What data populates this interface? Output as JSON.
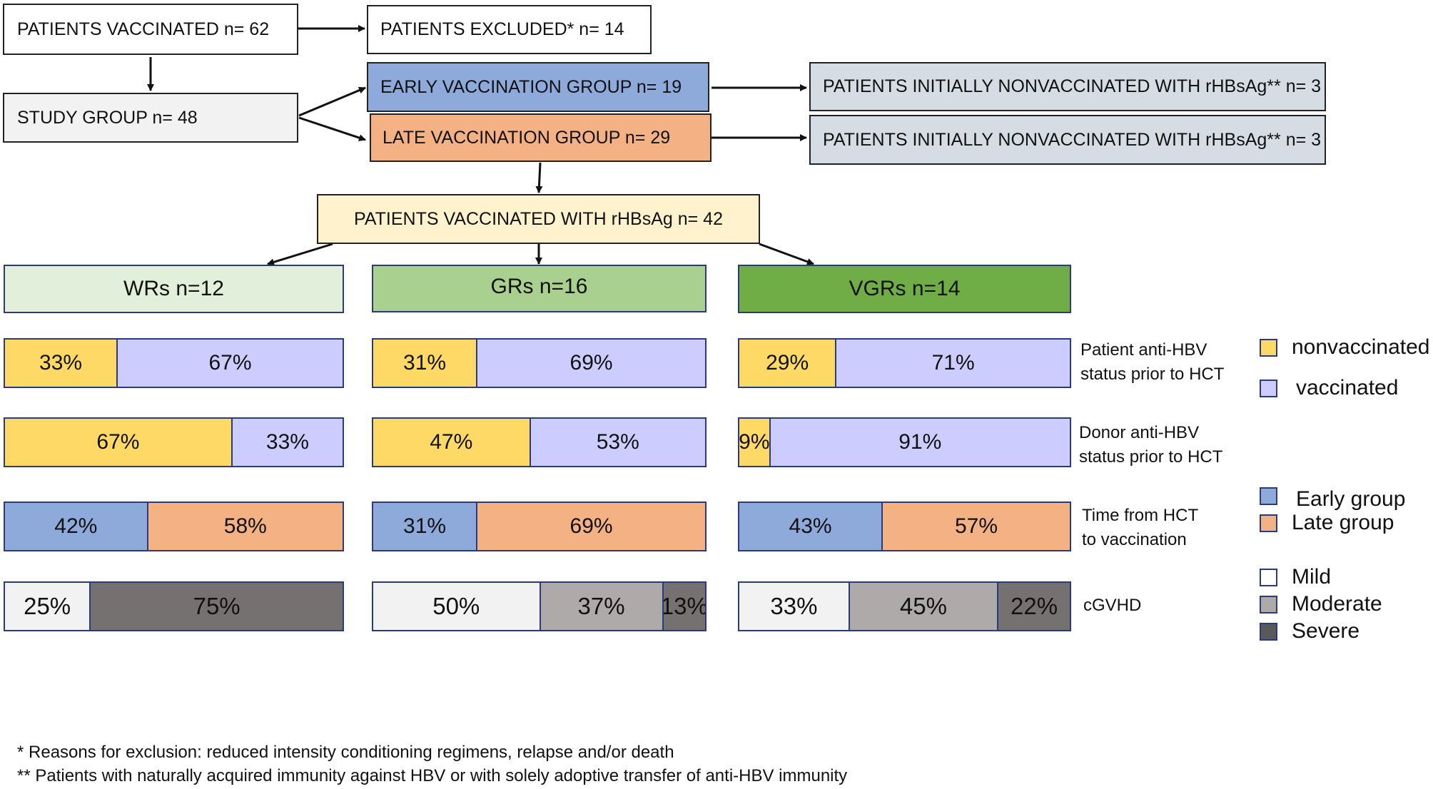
{
  "flow": {
    "vaccinated": "PATIENTS VACCINATED n= 62",
    "excluded": "PATIENTS EXCLUDED* n= 14",
    "study_group": "STUDY GROUP n= 48",
    "early_group": "EARLY VACCINATION GROUP n= 19",
    "late_group": "LATE VACCINATION GROUP n= 29",
    "early_nonvacc": "PATIENTS INITIALLY NONVACCINATED WITH rHBsAg** n= 3",
    "late_nonvacc": "PATIENTS INITIALLY NONVACCINATED WITH rHBsAg** n= 3",
    "rhbsag": "PATIENTS VACCINATED WITH rHBsAg n= 42"
  },
  "groups": [
    {
      "label": "WRs n=12",
      "color": "#e2efda"
    },
    {
      "label": "GRs n=16",
      "color": "#a9d08e"
    },
    {
      "label": "VGRs n=14",
      "color": "#70ad47"
    }
  ],
  "rows": [
    {
      "label_lines": [
        "Patient anti-HBV",
        "status prior to HCT"
      ],
      "bars": [
        [
          {
            "text": "33%",
            "value": 33,
            "color": "#ffd966"
          },
          {
            "text": "67%",
            "value": 67,
            "color": "#ccccff"
          }
        ],
        [
          {
            "text": "31%",
            "value": 31,
            "color": "#ffd966"
          },
          {
            "text": "69%",
            "value": 69,
            "color": "#ccccff"
          }
        ],
        [
          {
            "text": "29%",
            "value": 29,
            "color": "#ffd966"
          },
          {
            "text": "71%",
            "value": 71,
            "color": "#ccccff"
          }
        ]
      ]
    },
    {
      "label_lines": [
        "Donor anti-HBV",
        "status prior to HCT"
      ],
      "bars": [
        [
          {
            "text": "67%",
            "value": 67,
            "color": "#ffd966"
          },
          {
            "text": "33%",
            "value": 33,
            "color": "#ccccff"
          }
        ],
        [
          {
            "text": "47%",
            "value": 47,
            "color": "#ffd966"
          },
          {
            "text": "53%",
            "value": 53,
            "color": "#ccccff"
          }
        ],
        [
          {
            "text": "9%",
            "value": 9,
            "color": "#ffd966"
          },
          {
            "text": "91%",
            "value": 91,
            "color": "#ccccff"
          }
        ]
      ]
    },
    {
      "label_lines": [
        "Time from HCT",
        "to vaccination"
      ],
      "bars": [
        [
          {
            "text": "42%",
            "value": 42,
            "color": "#8eaadb"
          },
          {
            "text": "58%",
            "value": 58,
            "color": "#f4b183"
          }
        ],
        [
          {
            "text": "31%",
            "value": 31,
            "color": "#8eaadb"
          },
          {
            "text": "69%",
            "value": 69,
            "color": "#f4b183"
          }
        ],
        [
          {
            "text": "43%",
            "value": 43,
            "color": "#8eaadb"
          },
          {
            "text": "57%",
            "value": 57,
            "color": "#f4b183"
          }
        ]
      ]
    },
    {
      "label_lines": [
        "cGVHD"
      ],
      "bars": [
        [
          {
            "text": "25%",
            "value": 25,
            "color": "#f2f2f2"
          },
          {
            "text": "75%",
            "value": 75,
            "color": "#767171"
          }
        ],
        [
          {
            "text": "50%",
            "value": 50,
            "color": "#f2f2f2"
          },
          {
            "text": "37%",
            "value": 37,
            "color": "#aeaaaa"
          },
          {
            "text": "13%",
            "value": 13,
            "color": "#767171"
          }
        ],
        [
          {
            "text": "33%",
            "value": 33,
            "color": "#f2f2f2"
          },
          {
            "text": "45%",
            "value": 45,
            "color": "#aeaaaa"
          },
          {
            "text": "22%",
            "value": 22,
            "color": "#767171"
          }
        ]
      ]
    }
  ],
  "legend": [
    {
      "label": "nonvaccinated",
      "color": "#ffd966"
    },
    {
      "label": "vaccinated",
      "color": "#ccccff"
    },
    {
      "label": "Early group",
      "color": "#8eaadb"
    },
    {
      "label": "Late group",
      "color": "#f4b183"
    },
    {
      "label": "Mild",
      "color": "#ffffff"
    },
    {
      "label": "Moderate",
      "color": "#aeaaaa"
    },
    {
      "label": "Severe",
      "color": "#595959"
    }
  ],
  "footnotes": [
    "*    Reasons for exclusion: reduced  intensity conditioning  regimens, relapse and/or death",
    "** Patients with naturally acquired immunity  against HBV or with  solely adoptive transfer of anti-HBV immunity"
  ]
}
